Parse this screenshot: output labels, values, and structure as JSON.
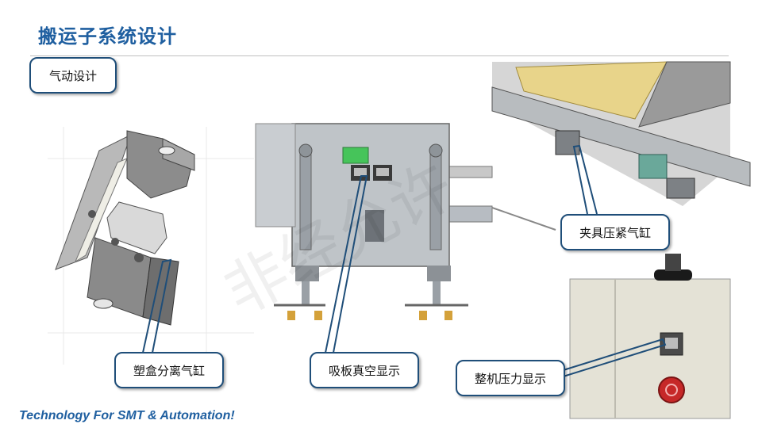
{
  "slide": {
    "title": "搬运子系统设计",
    "section_label": "气动设计",
    "footer": "Technology For SMT & Automation!"
  },
  "callouts": {
    "plastic_box_cylinder": "塑盒分离气缸",
    "suction_vacuum_display": "吸板真空显示",
    "fixture_clamp_cylinder": "夹具压紧气缸",
    "machine_pressure_display": "整机压力显示"
  },
  "watermark": "非经允许",
  "colors": {
    "title": "#1f5fa0",
    "callout_border": "#1f4e79",
    "leader_line": "#1f4e79"
  }
}
